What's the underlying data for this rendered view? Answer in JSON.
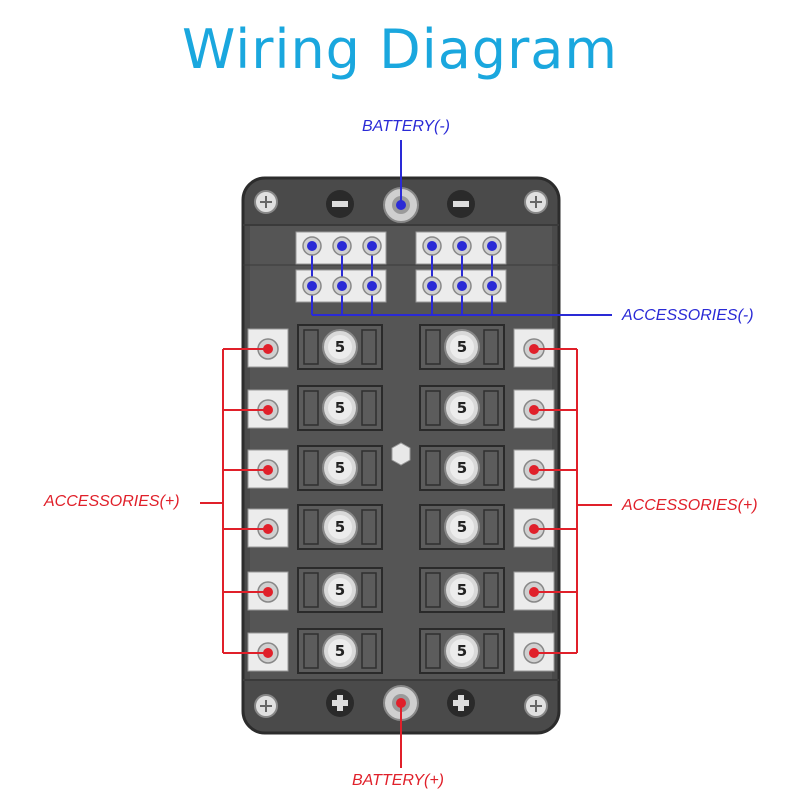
{
  "title": "Wiring Diagram",
  "labels": {
    "battery_neg": "BATTERY(-)",
    "battery_pos": "BATTERY(+)",
    "accessories_neg": "ACCESSORIES(-)",
    "accessories_pos_left": "ACCESSORIES(+)",
    "accessories_pos_right": "ACCESSORIES(+)"
  },
  "fuse_rating": "5",
  "fuse_count": 12,
  "colors": {
    "title": "#1aa7de",
    "negative_wire": "#2a2ad6",
    "positive_wire": "#e0202a",
    "box_body": "#4a4a4a"
  }
}
